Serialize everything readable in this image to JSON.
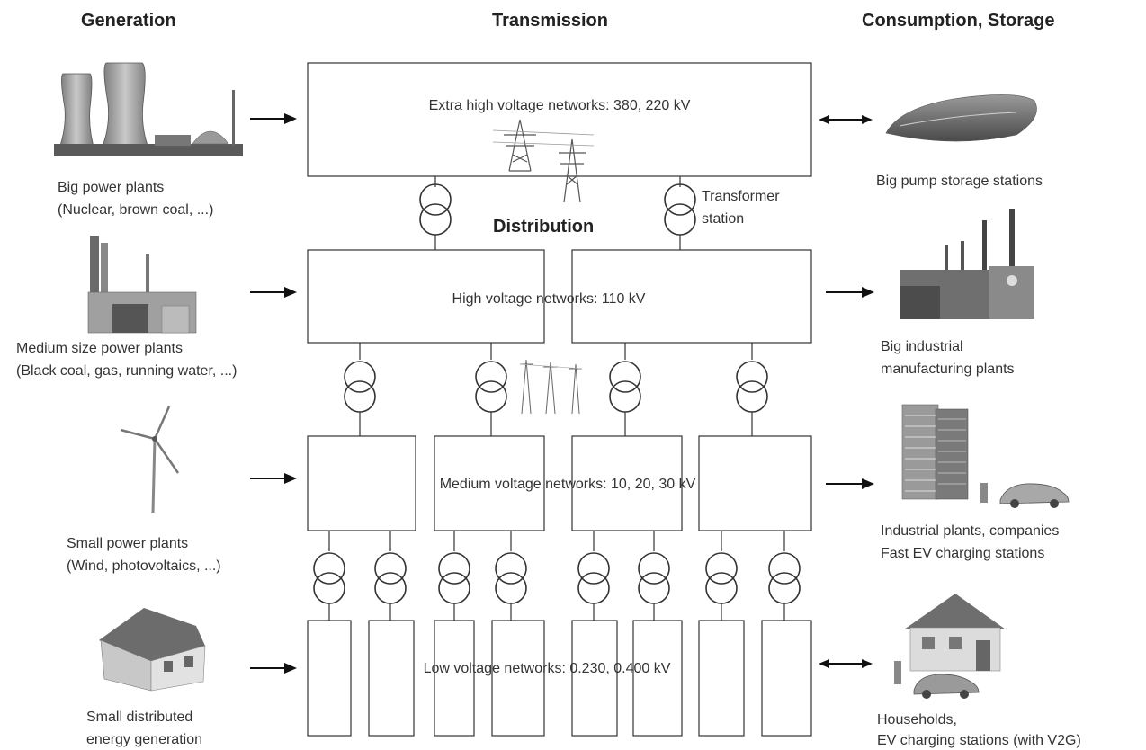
{
  "headers": {
    "generation": "Generation",
    "transmission": "Transmission",
    "consumption": "Consumption, Storage",
    "distribution": "Distribution"
  },
  "networks": {
    "ehv": "Extra high voltage networks:  380, 220 kV",
    "hv": "High voltage networks: 110 kV",
    "mv": "Medium voltage networks: 10, 20, 30 kV",
    "lv": "Low voltage networks: 0.230, 0.400 kV"
  },
  "transformer_label": {
    "line1": "Transformer",
    "line2": "station"
  },
  "generation": {
    "big": {
      "line1": "Big power plants",
      "line2": "(Nuclear, brown coal, ...)"
    },
    "medium": {
      "line1": "Medium size power plants",
      "line2": "(Black coal, gas, running water, ...)"
    },
    "small": {
      "line1": "Small power plants",
      "line2": "(Wind, photovoltaics, ...)"
    },
    "distributed": {
      "line1": "Small distributed",
      "line2": "energy generation"
    }
  },
  "consumption": {
    "pump": {
      "line1": "Big pump storage stations"
    },
    "industrial_big": {
      "line1": "Big industrial",
      "line2": "manufacturing plants"
    },
    "industrial": {
      "line1": "Industrial plants, companies",
      "line2": "Fast EV charging stations"
    },
    "households": {
      "line1": "Households,",
      "line2": "EV charging stations (with V2G)"
    }
  },
  "icons": [
    "power-plant-icon",
    "industrial-chimney-icon",
    "wind-turbine-icon",
    "house-icon",
    "pylon-icon",
    "reservoir-icon",
    "factory-icon",
    "tower-block-icon",
    "electric-car-icon",
    "transformer-icon"
  ]
}
